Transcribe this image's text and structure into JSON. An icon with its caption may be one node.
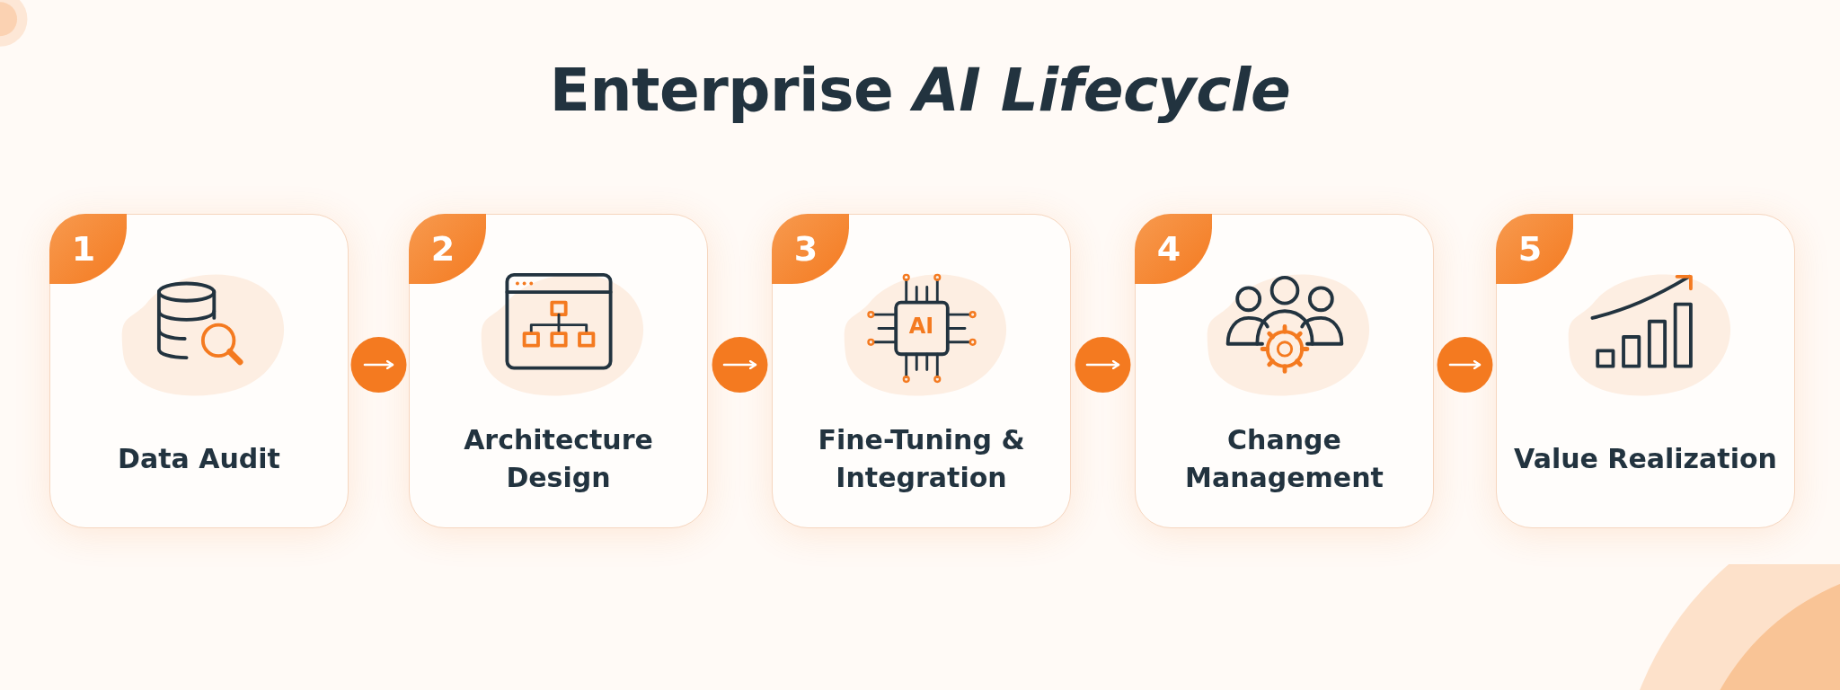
{
  "diagram": {
    "title": "Enterprise *AI Lifecycle*",
    "nodes": [
      {
        "text": [
          "1",
          "Data Audit"
        ]
      },
      {
        "text": [
          "2",
          "Architecture Design"
        ]
      },
      {
        "text": [
          "3",
          "Fine-Tuning & Integration"
        ]
      },
      {
        "text": [
          "4",
          "Change Management"
        ]
      },
      {
        "text": [
          "5",
          "Value Realization"
        ]
      }
    ],
    "edges": [
      {
        "from": 0,
        "to": 1,
        "arrow": "to"
      },
      {
        "from": 1,
        "to": 2,
        "arrow": "to"
      },
      {
        "from": 2,
        "to": 3,
        "arrow": "to"
      },
      {
        "from": 3,
        "to": 4,
        "arrow": "to"
      }
    ],
    "labels": [
      "AI"
    ]
  }
}
